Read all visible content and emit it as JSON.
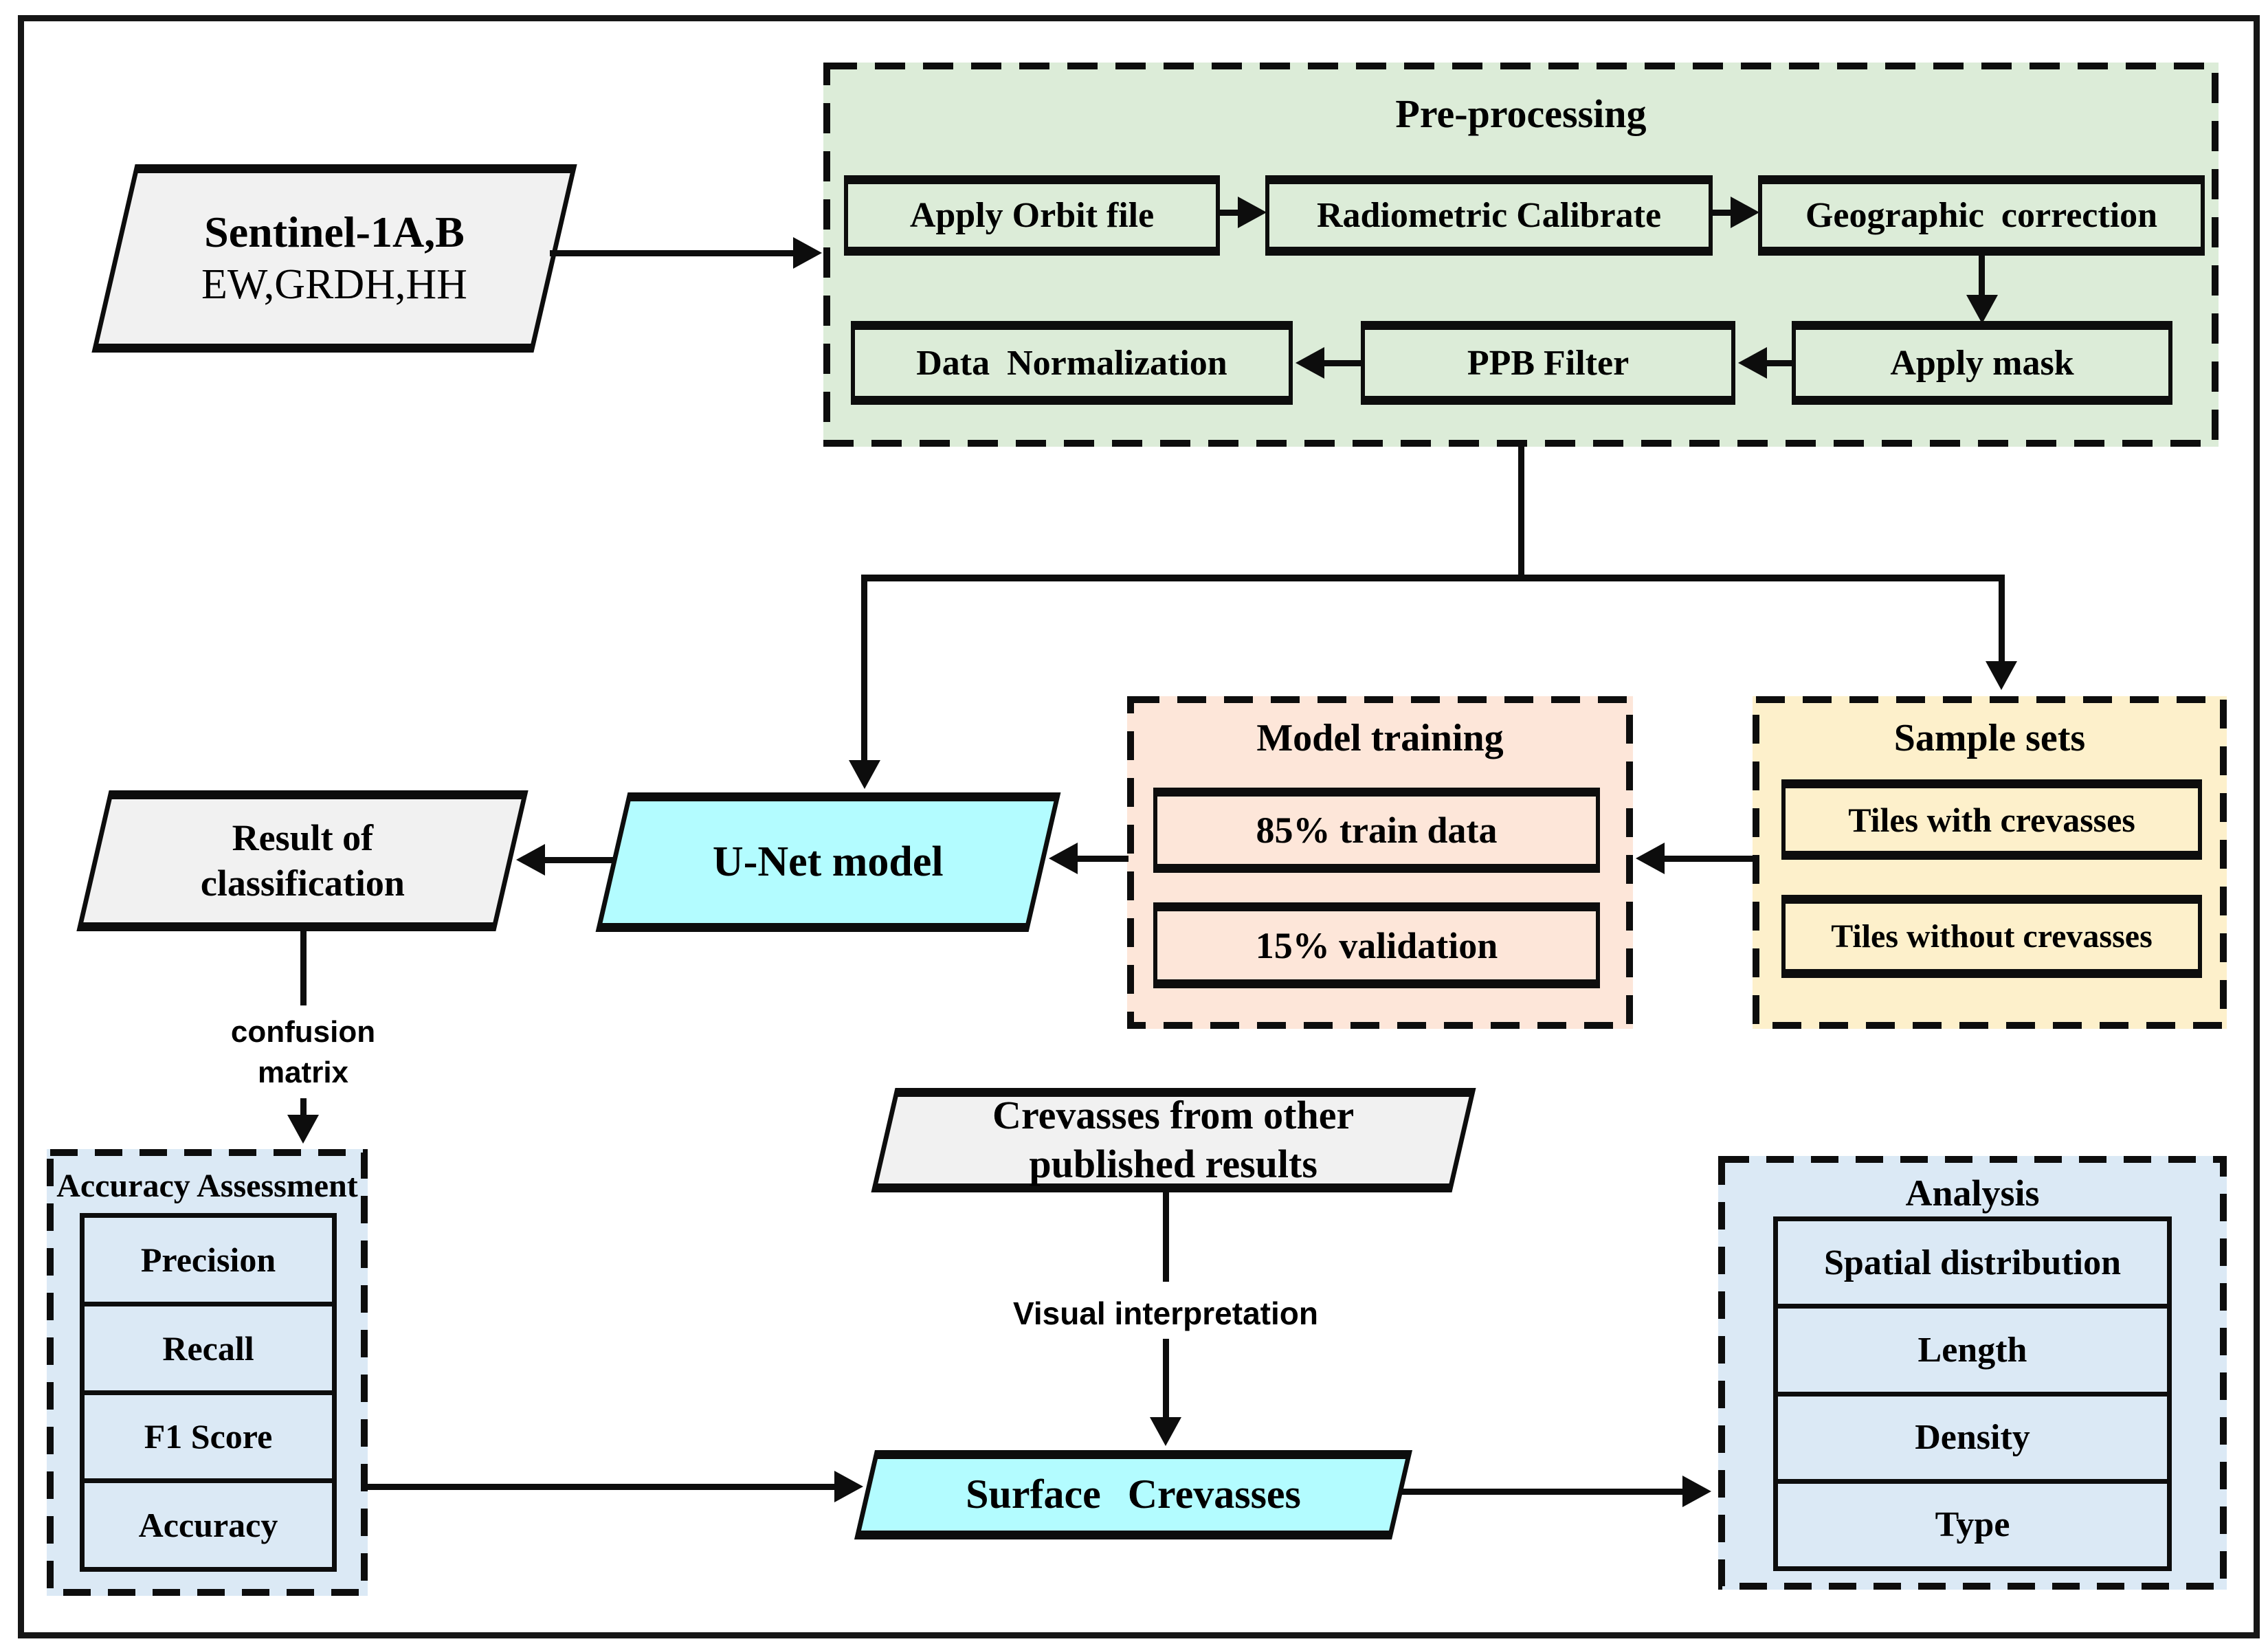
{
  "colors": {
    "preprocessing_fill": "#dcecd8",
    "model_training_fill": "#fde6d9",
    "sample_sets_fill": "#fdf0cb",
    "assessment_fill": "#dbe9f5",
    "analysis_fill": "#dbe9f5",
    "process_fill": "#b3fcff",
    "io_fill": "#f1f1f1",
    "line": "#0d0d0d"
  },
  "nodes": {
    "sentinel": {
      "line1": "Sentinel-1A,B",
      "line2": "EW,GRDH,HH"
    },
    "preprocessing": {
      "title": "Pre-processing",
      "row1": [
        "Apply Orbit file",
        "Radiometric Calibrate",
        "Geographic correction"
      ],
      "row2": [
        "Data Normalization",
        "PPB Filter",
        "Apply mask"
      ]
    },
    "model_training": {
      "title": "Model training",
      "items": [
        "85% train data",
        "15% validation"
      ]
    },
    "sample_sets": {
      "title": "Sample sets",
      "items": [
        "Tiles with crevasses",
        "Tiles without crevasses"
      ]
    },
    "unet": {
      "label": "U-Net model"
    },
    "result": {
      "line1": "Result of",
      "line2": "classification"
    },
    "accuracy_assessment": {
      "title": "Accuracy Assessment",
      "rows": [
        "Precision",
        "Recall",
        "F1 Score",
        "Accuracy"
      ]
    },
    "published_crevasses": {
      "line1": "Crevasses from other",
      "line2": "published results"
    },
    "surface_crevasses": {
      "label": "Surface Crevasses"
    },
    "analysis": {
      "title": "Analysis",
      "rows": [
        "Spatial distribution",
        "Length",
        "Density",
        "Type"
      ]
    }
  },
  "edge_labels": {
    "confusion_line1": "confusion",
    "confusion_line2": "matrix",
    "visual_interpretation": "Visual interpretation"
  }
}
